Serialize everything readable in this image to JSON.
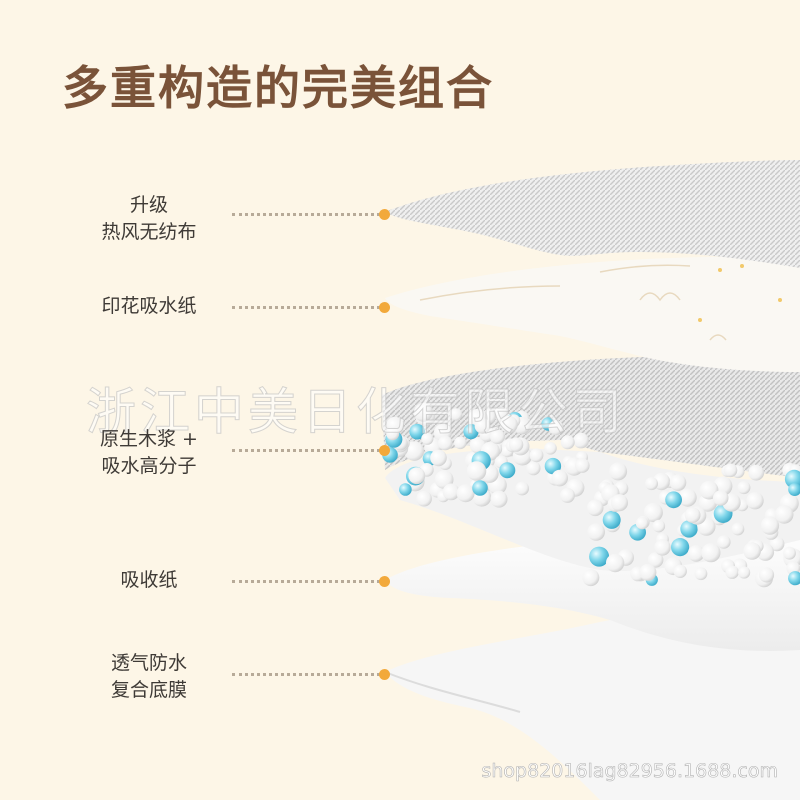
{
  "page": {
    "title": "多重构造的完美组合",
    "watermark": "浙江中美日化有限公司",
    "footer_text": "shop82016lag82956.1688.com"
  },
  "layers": [
    {
      "line1": "升级",
      "line2": "热风无纺布"
    },
    {
      "line1": "印花吸水纸",
      "line2": ""
    },
    {
      "line1": "原生木浆 +",
      "line2": "吸水高分子"
    },
    {
      "line1": "吸收纸",
      "line2": ""
    },
    {
      "line1": "透气防水",
      "line2": "复合底膜"
    }
  ],
  "colors": {
    "background": "#fdf6e7",
    "title": "#7a5339",
    "leader_dot": "#f2a93b",
    "label_text": "#3e3a36"
  }
}
